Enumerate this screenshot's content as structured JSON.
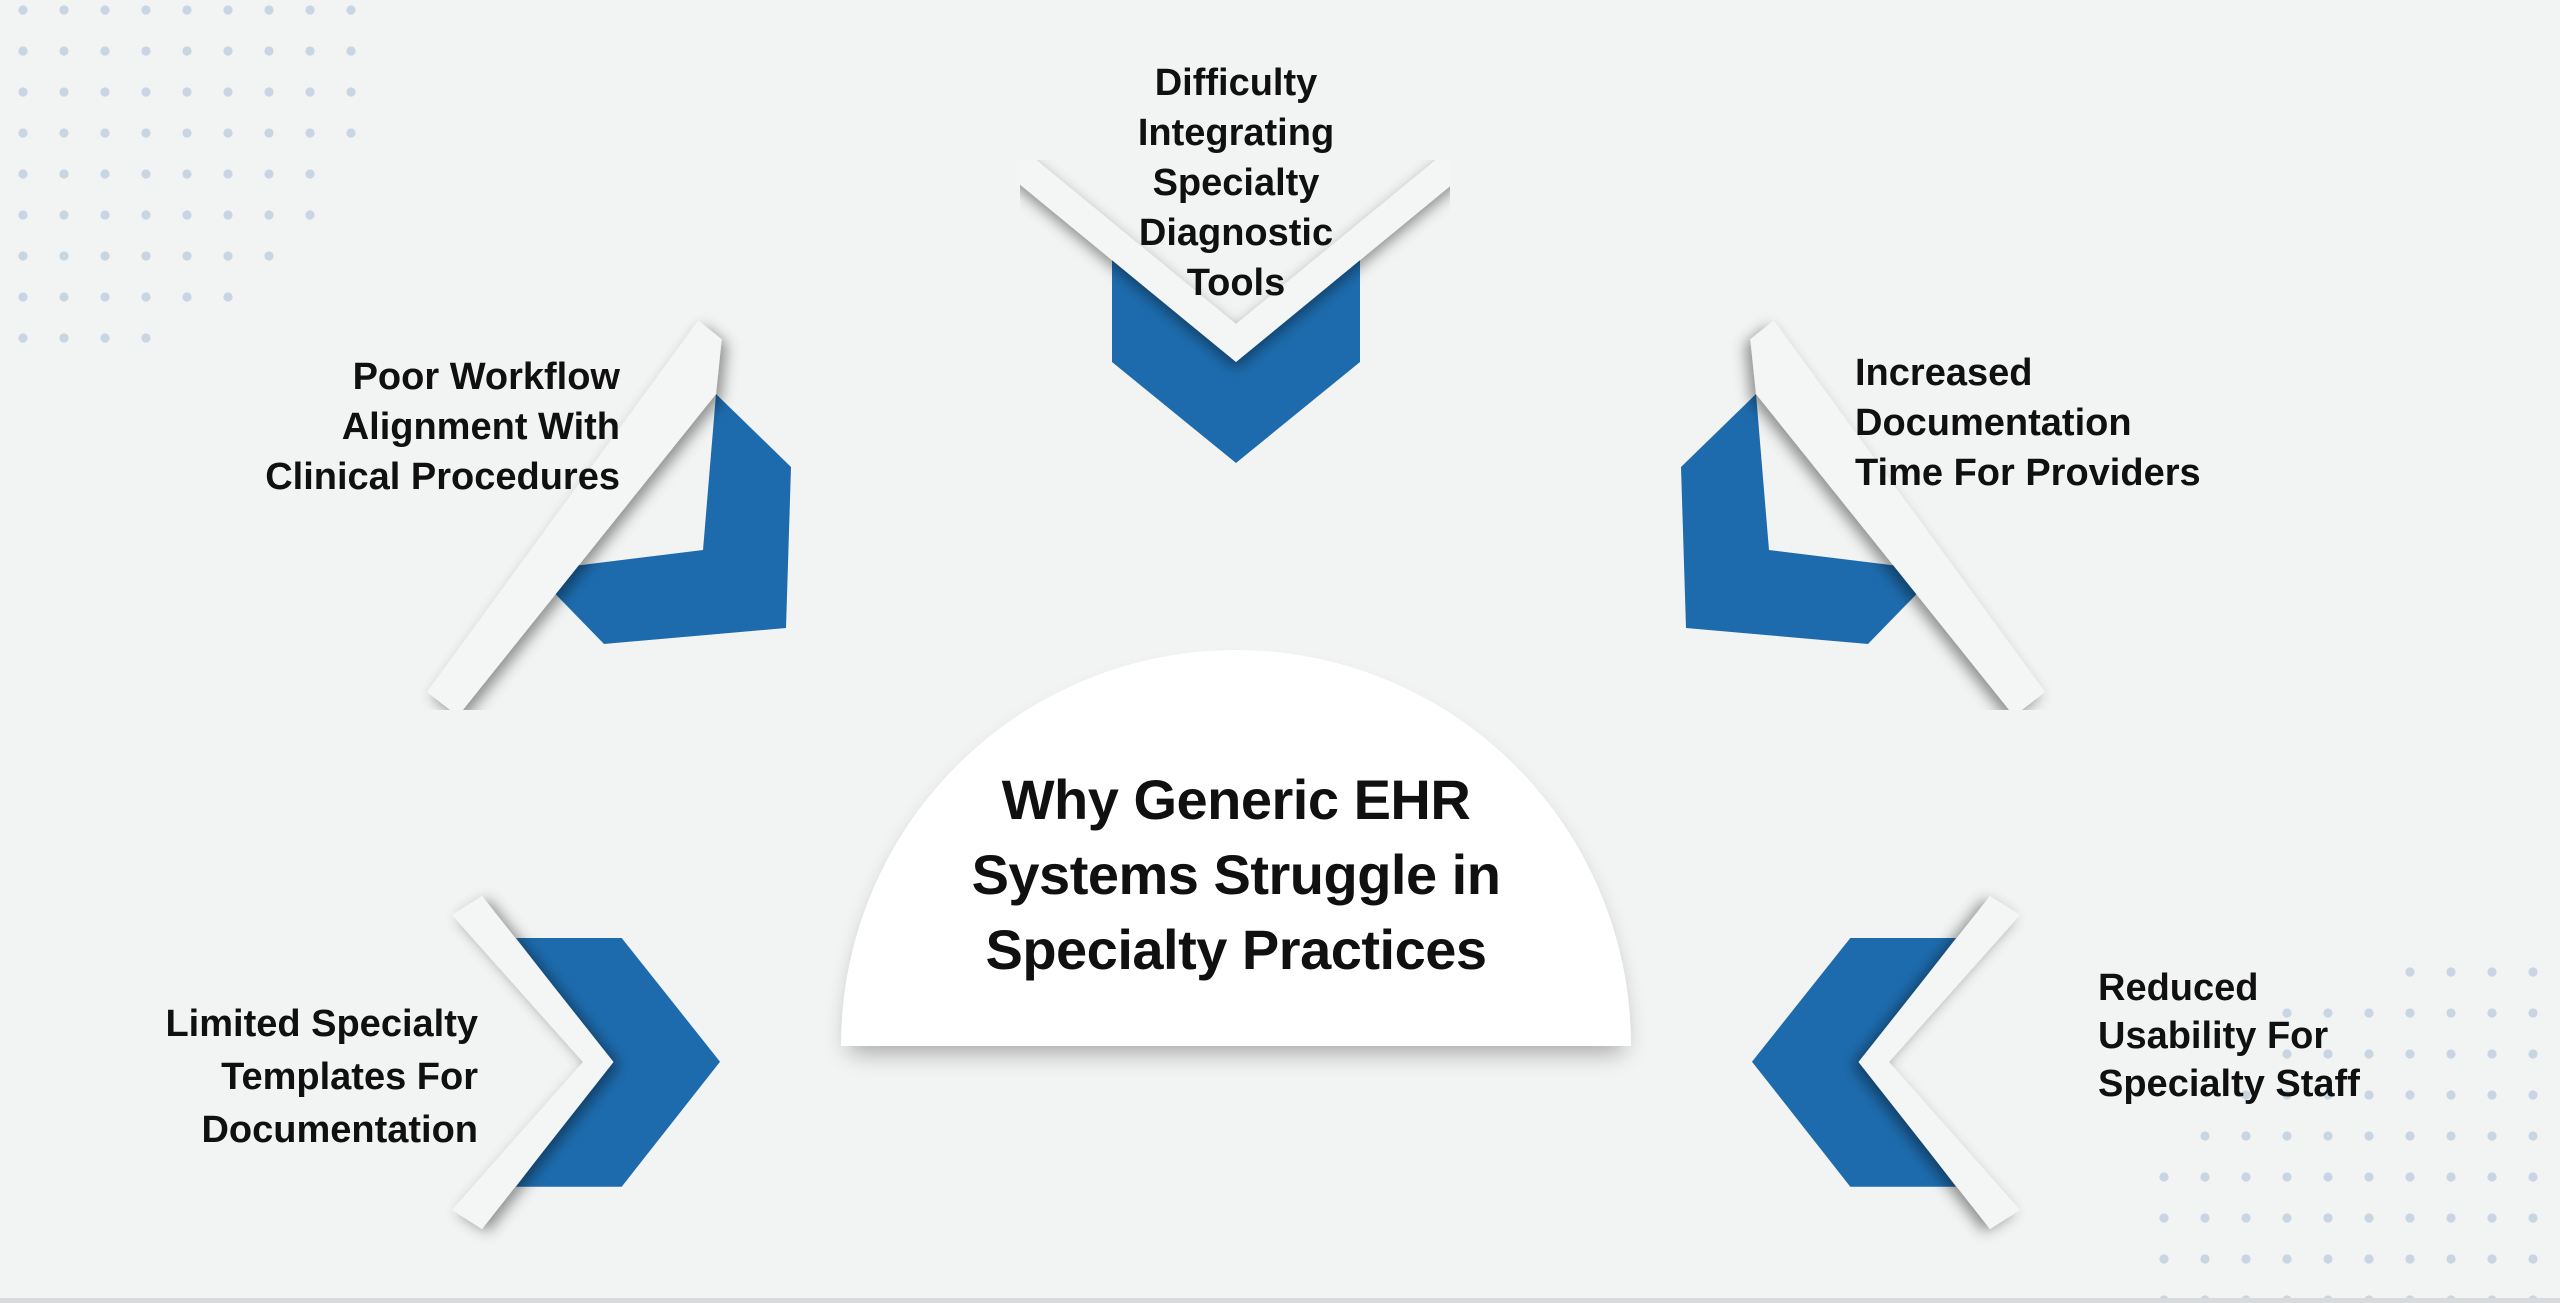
{
  "infographic": {
    "center": {
      "title": "Why Generic EHR\nSystems Struggle in\nSpecialty Practices"
    },
    "labels": {
      "top": {
        "text": "Difficulty\nIntegrating\nSpecialty\nDiagnostic\nTools"
      },
      "upper_left": {
        "text": "Poor Workflow\nAlignment With\nClinical Procedures"
      },
      "upper_right": {
        "text": "Increased\nDocumentation\nTime For Providers"
      },
      "lower_left": {
        "text": "Limited Specialty\nTemplates For\nDocumentation"
      },
      "lower_right": {
        "text": "Reduced\nUsability For\nSpecialty Staff"
      }
    },
    "icons": {
      "top": "chevron-down-arrow",
      "upper_left": "elbow-arrow-down-right",
      "upper_right": "elbow-arrow-down-left",
      "lower_left": "chevron-right-arrow",
      "lower_right": "chevron-left-arrow"
    },
    "colors": {
      "accent": "#1d6bad",
      "background": "#f2f3f3",
      "card": "#f4f5f5",
      "dome": "#ffffff",
      "text": "#101010",
      "dot": "#c8d5e2"
    }
  }
}
